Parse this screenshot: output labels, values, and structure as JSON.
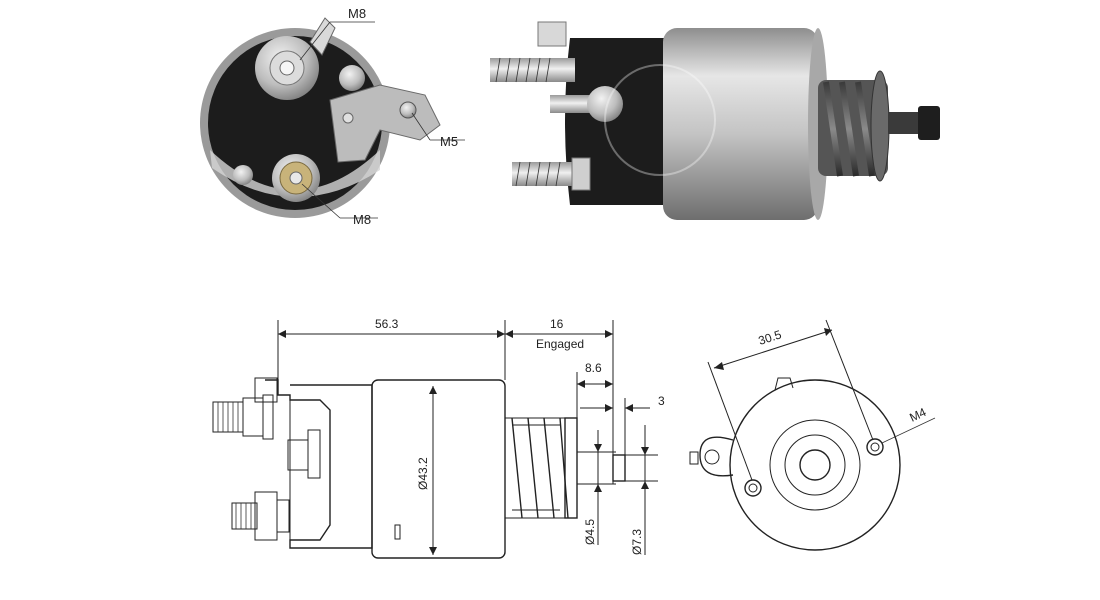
{
  "photo_callouts": {
    "top_thread": "M8",
    "side_thread": "M5",
    "bottom_thread": "M8"
  },
  "side_view": {
    "overall_length": "56.3",
    "stroke": "16",
    "stroke_note": "Engaged",
    "plunger_offset": "8.6",
    "tip_length": "3",
    "body_diameter": "Ø43.2",
    "pin_diameter": "Ø4.5",
    "tip_diameter": "Ø7.3"
  },
  "end_view": {
    "hole_spacing": "30.5",
    "hole_thread": "M4"
  },
  "colors": {
    "housing_silver": "#c9c9c9",
    "cap_black": "#1c1c1c",
    "brass": "#c8b37a",
    "line": "#222222"
  }
}
